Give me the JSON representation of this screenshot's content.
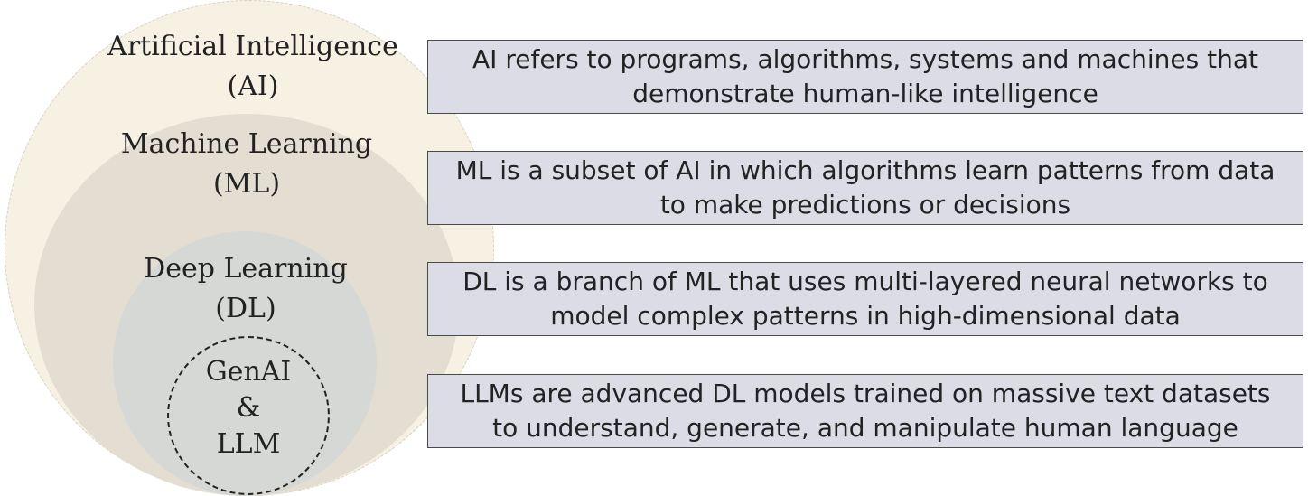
{
  "circles": {
    "ai": {
      "line1": "Artificial Intelligence",
      "line2": "(AI)"
    },
    "ml": {
      "line1": "Machine Learning",
      "line2": "(ML)"
    },
    "dl": {
      "line1": "Deep Learning",
      "line2": "(DL)"
    },
    "gen": {
      "line1": "GenAI",
      "line2": "&",
      "line3": "LLM"
    }
  },
  "descriptions": {
    "ai": "AI refers to programs, algorithms, systems and machines that\ndemonstrate human-like intelligence",
    "ml": "ML is a subset of AI in which algorithms learn patterns from data\nto make predictions or decisions",
    "dl": "DL is a branch of ML that uses multi-layered neural networks to\nmodel complex patterns in high-dimensional data",
    "llm": "LLMs are advanced DL models trained on massive text datasets\nto understand, generate, and manipulate human language"
  },
  "colors": {
    "ai_circle": "#f7f1e4",
    "ml_circle": "#e4ddd2",
    "dl_circle": "#d6d8d5",
    "box_fill": "#dcdce6",
    "box_border": "#4a4a4a"
  }
}
